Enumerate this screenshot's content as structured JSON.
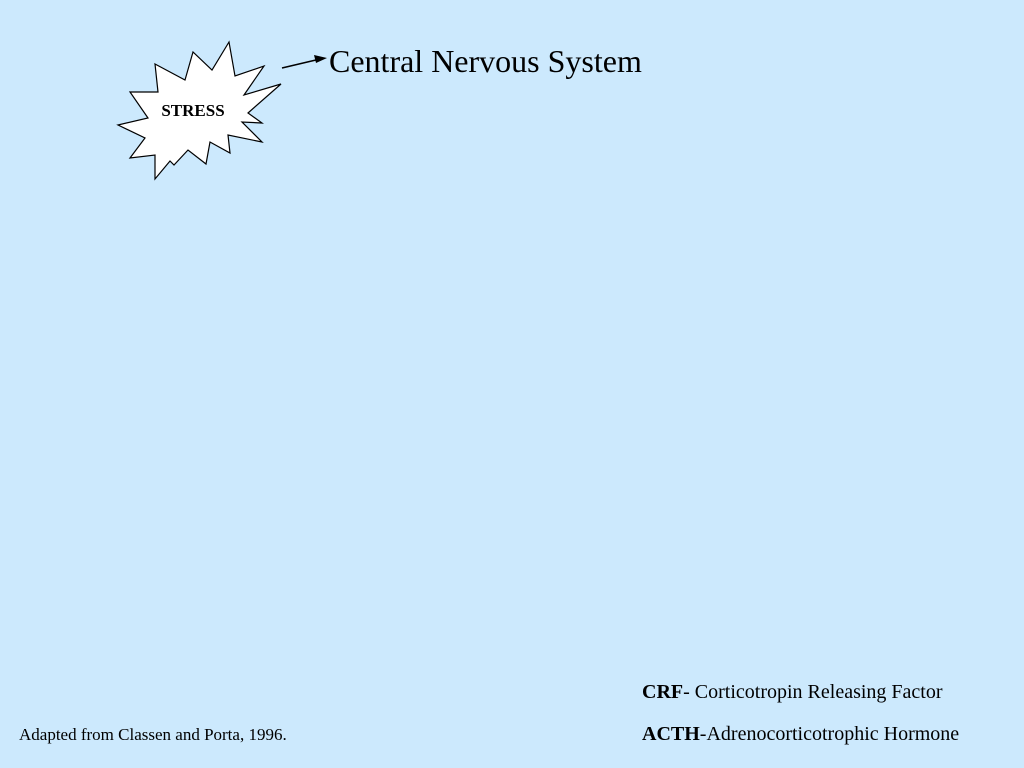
{
  "diagram": {
    "stress_label": "STRESS",
    "cns_label": "Central Nervous System"
  },
  "glossary": [
    {
      "abbr": "CRF",
      "sep": "- ",
      "definition": "Corticotropin Releasing Factor"
    },
    {
      "abbr": "ACTH",
      "sep": "-",
      "definition": "Adrenocorticotrophic Hormone"
    }
  ],
  "citation": "Adapted from Classen and Porta, 1996."
}
